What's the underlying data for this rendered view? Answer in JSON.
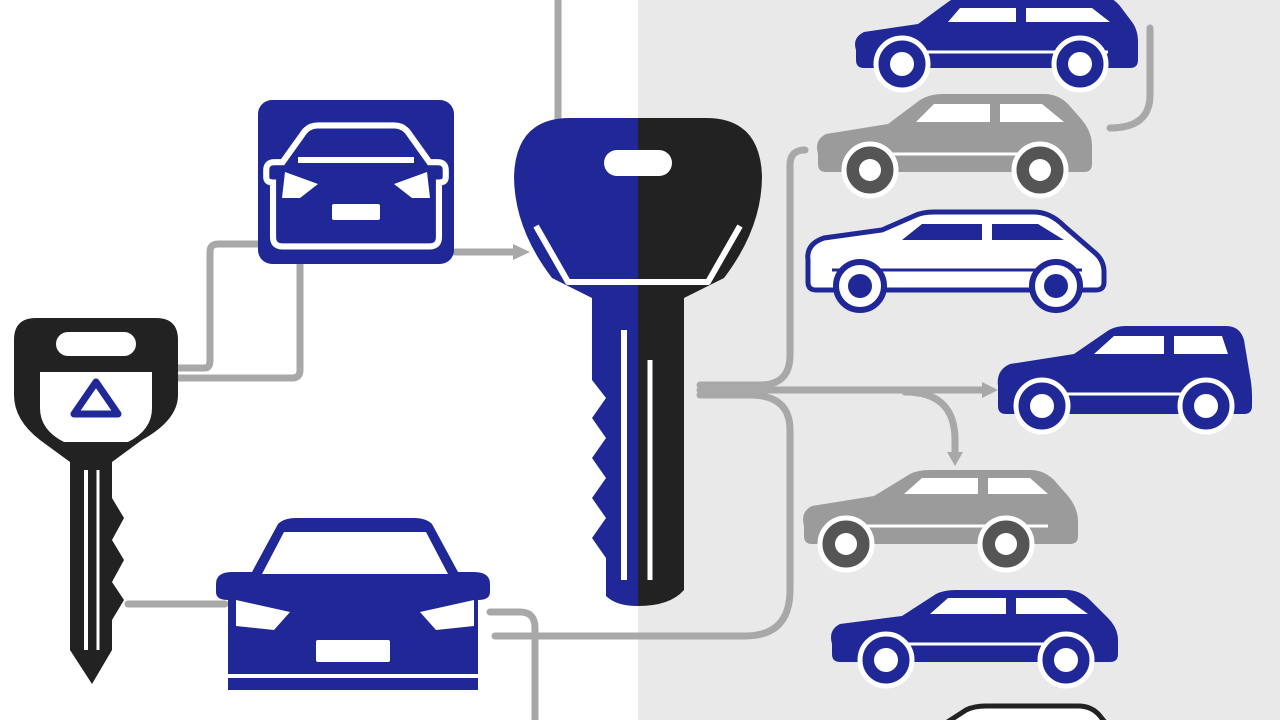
{
  "colors": {
    "background_left": "#ffffff",
    "background_right": "#e9e9ea",
    "brand_blue": "#1f2896",
    "key_black": "#222222",
    "connector_gray": "#a8a8a8",
    "car_gray": "#9b9b9b",
    "light_outline": "#ffffff"
  },
  "elements": {
    "small_key": {
      "style": "black",
      "logo": "triangle-emblem-icon"
    },
    "master_key": {
      "style": "split blue / black"
    },
    "car_icon_box": {
      "color": "blue",
      "view": "front"
    },
    "large_front_car": {
      "color": "blue",
      "view": "front"
    }
  },
  "fleet": [
    {
      "body": "suv",
      "color": "blue"
    },
    {
      "body": "suv",
      "color": "gray"
    },
    {
      "body": "wagon",
      "color": "white-outline"
    },
    {
      "body": "hatchback",
      "color": "blue"
    },
    {
      "body": "suv",
      "color": "gray"
    },
    {
      "body": "suv",
      "color": "blue"
    },
    {
      "body": "suv",
      "color": "partial"
    }
  ]
}
